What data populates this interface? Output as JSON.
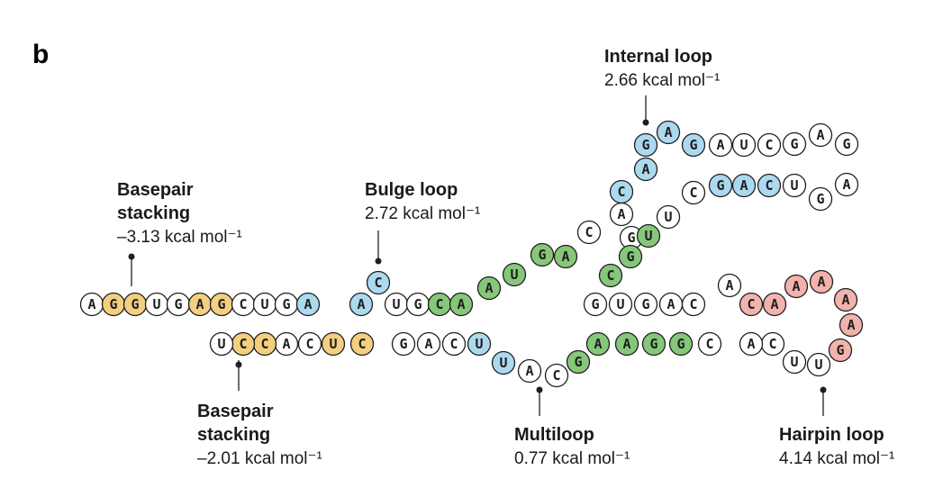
{
  "panel_label": "b",
  "colors": {
    "stacking": "#f3cf7f",
    "bulge": "#acd9ee",
    "multiloop": "#86c77a",
    "internal": "#acd9ee",
    "hairpin": "#f2b3ac",
    "plain": "#ffffff"
  },
  "annotations": {
    "stack1": {
      "title_line1": "Basepair",
      "title_line2": "stacking",
      "value": "–3.13 kcal mol⁻¹"
    },
    "stack2": {
      "title_line1": "Basepair",
      "title_line2": "stacking",
      "value": "–2.01 kcal mol⁻¹"
    },
    "bulge": {
      "title": "Bulge loop",
      "value": "2.72 kcal mol⁻¹"
    },
    "internal": {
      "title": "Internal loop",
      "value": "2.66 kcal mol⁻¹"
    },
    "multiloop": {
      "title": "Multiloop",
      "value": "0.77 kcal mol⁻¹"
    },
    "hairpin": {
      "title": "Hairpin loop",
      "value": "4.14 kcal mol⁻¹"
    }
  },
  "nucleotides": [
    {
      "letter": "A",
      "group": "plain"
    },
    {
      "letter": "G",
      "group": "stacking"
    },
    {
      "letter": "G",
      "group": "stacking"
    },
    {
      "letter": "U",
      "group": "plain"
    },
    {
      "letter": "G",
      "group": "plain"
    },
    {
      "letter": "A",
      "group": "stacking"
    },
    {
      "letter": "G",
      "group": "stacking"
    },
    {
      "letter": "C",
      "group": "plain"
    },
    {
      "letter": "U",
      "group": "plain"
    },
    {
      "letter": "G",
      "group": "plain"
    },
    {
      "letter": "A",
      "group": "bulge"
    },
    {
      "letter": "C",
      "group": "bulge"
    },
    {
      "letter": "A",
      "group": "bulge"
    },
    {
      "letter": "U",
      "group": "plain"
    },
    {
      "letter": "G",
      "group": "plain"
    },
    {
      "letter": "C",
      "group": "multiloop"
    },
    {
      "letter": "A",
      "group": "multiloop"
    },
    {
      "letter": "A",
      "group": "multiloop"
    },
    {
      "letter": "U",
      "group": "multiloop"
    },
    {
      "letter": "G",
      "group": "multiloop"
    },
    {
      "letter": "A",
      "group": "multiloop"
    },
    {
      "letter": "C",
      "group": "plain"
    },
    {
      "letter": "A",
      "group": "plain"
    },
    {
      "letter": "G",
      "group": "plain"
    },
    {
      "letter": "C",
      "group": "internal"
    },
    {
      "letter": "A",
      "group": "internal"
    },
    {
      "letter": "G",
      "group": "internal"
    },
    {
      "letter": "A",
      "group": "internal"
    },
    {
      "letter": "G",
      "group": "internal"
    },
    {
      "letter": "A",
      "group": "plain"
    },
    {
      "letter": "U",
      "group": "plain"
    },
    {
      "letter": "C",
      "group": "plain"
    },
    {
      "letter": "G",
      "group": "plain"
    },
    {
      "letter": "A",
      "group": "plain"
    },
    {
      "letter": "G",
      "group": "plain"
    },
    {
      "letter": "A",
      "group": "plain"
    },
    {
      "letter": "G",
      "group": "plain"
    },
    {
      "letter": "U",
      "group": "plain"
    },
    {
      "letter": "C",
      "group": "internal"
    },
    {
      "letter": "A",
      "group": "internal"
    },
    {
      "letter": "G",
      "group": "internal"
    },
    {
      "letter": "C",
      "group": "plain"
    },
    {
      "letter": "U",
      "group": "plain"
    },
    {
      "letter": "U",
      "group": "multiloop"
    },
    {
      "letter": "G",
      "group": "multiloop"
    },
    {
      "letter": "C",
      "group": "multiloop"
    },
    {
      "letter": "G",
      "group": "plain"
    },
    {
      "letter": "U",
      "group": "plain"
    },
    {
      "letter": "G",
      "group": "plain"
    },
    {
      "letter": "A",
      "group": "plain"
    },
    {
      "letter": "C",
      "group": "plain"
    },
    {
      "letter": "A",
      "group": "plain"
    },
    {
      "letter": "C",
      "group": "hairpin"
    },
    {
      "letter": "A",
      "group": "hairpin"
    },
    {
      "letter": "A",
      "group": "hairpin"
    },
    {
      "letter": "A",
      "group": "hairpin"
    },
    {
      "letter": "A",
      "group": "hairpin"
    },
    {
      "letter": "A",
      "group": "hairpin"
    },
    {
      "letter": "G",
      "group": "hairpin"
    },
    {
      "letter": "U",
      "group": "plain"
    },
    {
      "letter": "U",
      "group": "plain"
    },
    {
      "letter": "C",
      "group": "plain"
    },
    {
      "letter": "A",
      "group": "plain"
    },
    {
      "letter": "C",
      "group": "plain"
    },
    {
      "letter": "G",
      "group": "multiloop"
    },
    {
      "letter": "G",
      "group": "multiloop"
    },
    {
      "letter": "A",
      "group": "multiloop"
    },
    {
      "letter": "A",
      "group": "multiloop"
    },
    {
      "letter": "G",
      "group": "multiloop"
    },
    {
      "letter": "C",
      "group": "plain"
    },
    {
      "letter": "A",
      "group": "plain"
    },
    {
      "letter": "U",
      "group": "bulge"
    },
    {
      "letter": "U",
      "group": "bulge"
    },
    {
      "letter": "C",
      "group": "plain"
    },
    {
      "letter": "A",
      "group": "plain"
    },
    {
      "letter": "G",
      "group": "plain"
    },
    {
      "letter": "C",
      "group": "stacking"
    },
    {
      "letter": "U",
      "group": "stacking"
    },
    {
      "letter": "C",
      "group": "plain"
    },
    {
      "letter": "A",
      "group": "plain"
    },
    {
      "letter": "C",
      "group": "stacking"
    },
    {
      "letter": "C",
      "group": "stacking"
    },
    {
      "letter": "U",
      "group": "plain"
    }
  ]
}
